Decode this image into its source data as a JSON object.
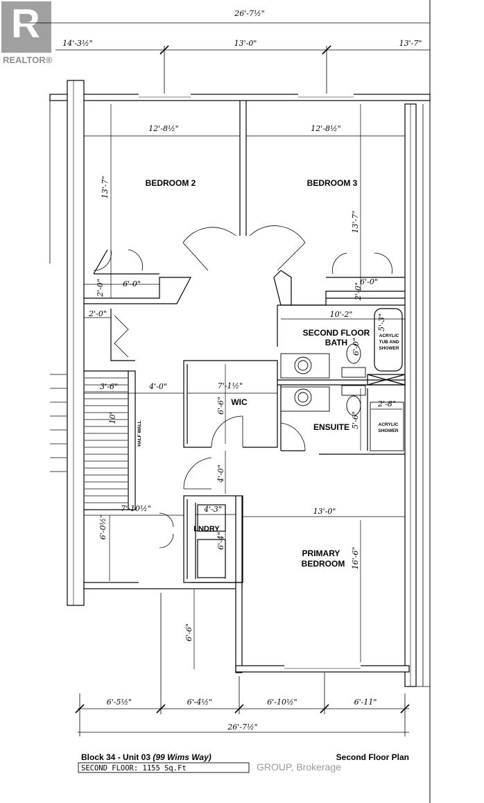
{
  "logo": {
    "text": "REALTOR®"
  },
  "rooms": {
    "bedroom2": "BEDROOM 2",
    "bedroom3": "BEDROOM 3",
    "second_floor_bath_1": "SECOND FLOOR",
    "second_floor_bath_2": "BATH",
    "wic": "WIC",
    "ensuite": "ENSUITE",
    "lndry": "LNDRY",
    "primary_1": "PRIMARY",
    "primary_2": "BEDROOM",
    "half_wall": "HALF WALL",
    "acrylic_tub_1": "ACRYLIC",
    "acrylic_tub_2": "TUB AND",
    "acrylic_tub_3": "SHOWER",
    "acrylic_shower_1": "ACRYLIC",
    "acrylic_shower_2": "SHOWER"
  },
  "dimensions": {
    "top_overall": "26'-7½\"",
    "top_left": "14'-3½\"",
    "top_mid": "13'-0\"",
    "top_right": "13'-7\"",
    "bed2_width": "12'-8½\"",
    "bed3_width": "12'-8½\"",
    "bed2_depth": "13'-7\"",
    "bed3_depth": "13'-7\"",
    "closet_left": "6'-0\"",
    "closet_left_depth": "2'-0\"",
    "closet_right": "6'-0\"",
    "closet_right_depth": "2'-0\"",
    "linen": "2'-0\"",
    "bath_width": "10'-2\"",
    "bath_tub": "5'-3\"",
    "bath_depth": "6'-0\"",
    "stair_width": "3'-6\"",
    "hall_width": "4'-0\"",
    "stair_run": "10'",
    "wic_width": "7'-1½\"",
    "wic_depth": "6'-6\"",
    "ensuite_depth": "5'-6\"",
    "shower_width": "2'-8\"",
    "hall_lower": "4'-0\"",
    "landing_width": "7'-10½\"",
    "landing_depth": "6'-0½\"",
    "lndry_width": "4'-3\"",
    "lndry_depth": "6'-4\"",
    "primary_width": "13'-0\"",
    "primary_depth": "16'-6\"",
    "bump_depth": "6'-6\"",
    "bottom_1": "6'-5½\"",
    "bottom_2": "6'-4½\"",
    "bottom_3": "6'-10½\"",
    "bottom_4": "6'-11\"",
    "bottom_overall": "26'-7½\""
  },
  "footer": {
    "unit_prefix": "Block 34 - Unit 03",
    "unit_address": "(99 Wims Way)",
    "plan_name": "Second Floor Plan",
    "area_text": "SECOND FLOOR: 1155 Sq.Ft",
    "watermark": "GROUP, Brokerage"
  }
}
